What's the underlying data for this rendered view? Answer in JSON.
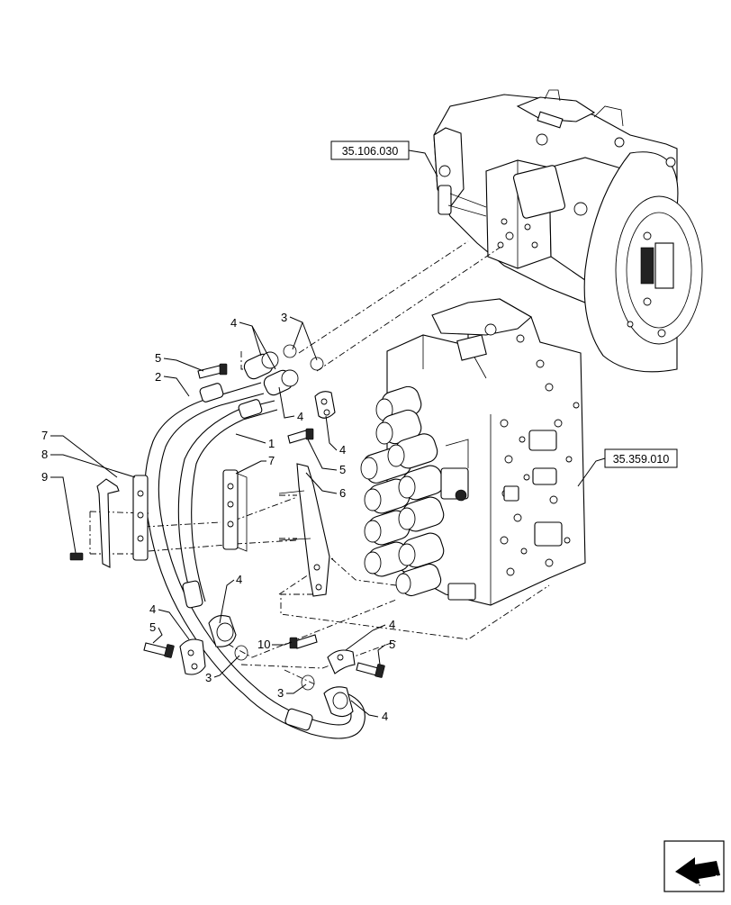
{
  "diagram": {
    "callouts": [
      {
        "id": "c4a",
        "text": "4"
      },
      {
        "id": "c3a",
        "text": "3"
      },
      {
        "id": "c5a",
        "text": "5"
      },
      {
        "id": "c2",
        "text": "2"
      },
      {
        "id": "c4b",
        "text": "4"
      },
      {
        "id": "c1",
        "text": "1"
      },
      {
        "id": "c4c",
        "text": "4"
      },
      {
        "id": "c5b",
        "text": "5"
      },
      {
        "id": "c7a",
        "text": "7"
      },
      {
        "id": "c8",
        "text": "8"
      },
      {
        "id": "c9",
        "text": "9"
      },
      {
        "id": "c7b",
        "text": "7"
      },
      {
        "id": "c6",
        "text": "6"
      },
      {
        "id": "c4d",
        "text": "4"
      },
      {
        "id": "c4e",
        "text": "4"
      },
      {
        "id": "c5c",
        "text": "5"
      },
      {
        "id": "c10",
        "text": "10"
      },
      {
        "id": "c3b",
        "text": "3"
      },
      {
        "id": "c4f",
        "text": "4"
      },
      {
        "id": "c5d",
        "text": "5"
      },
      {
        "id": "c3c",
        "text": "3"
      },
      {
        "id": "c4g",
        "text": "4"
      }
    ],
    "references": [
      {
        "id": "ref-pump",
        "text": "35.106.030"
      },
      {
        "id": "ref-valve",
        "text": "35.359.010"
      }
    ],
    "nav_icon": "previous-page-arrow-icon"
  }
}
